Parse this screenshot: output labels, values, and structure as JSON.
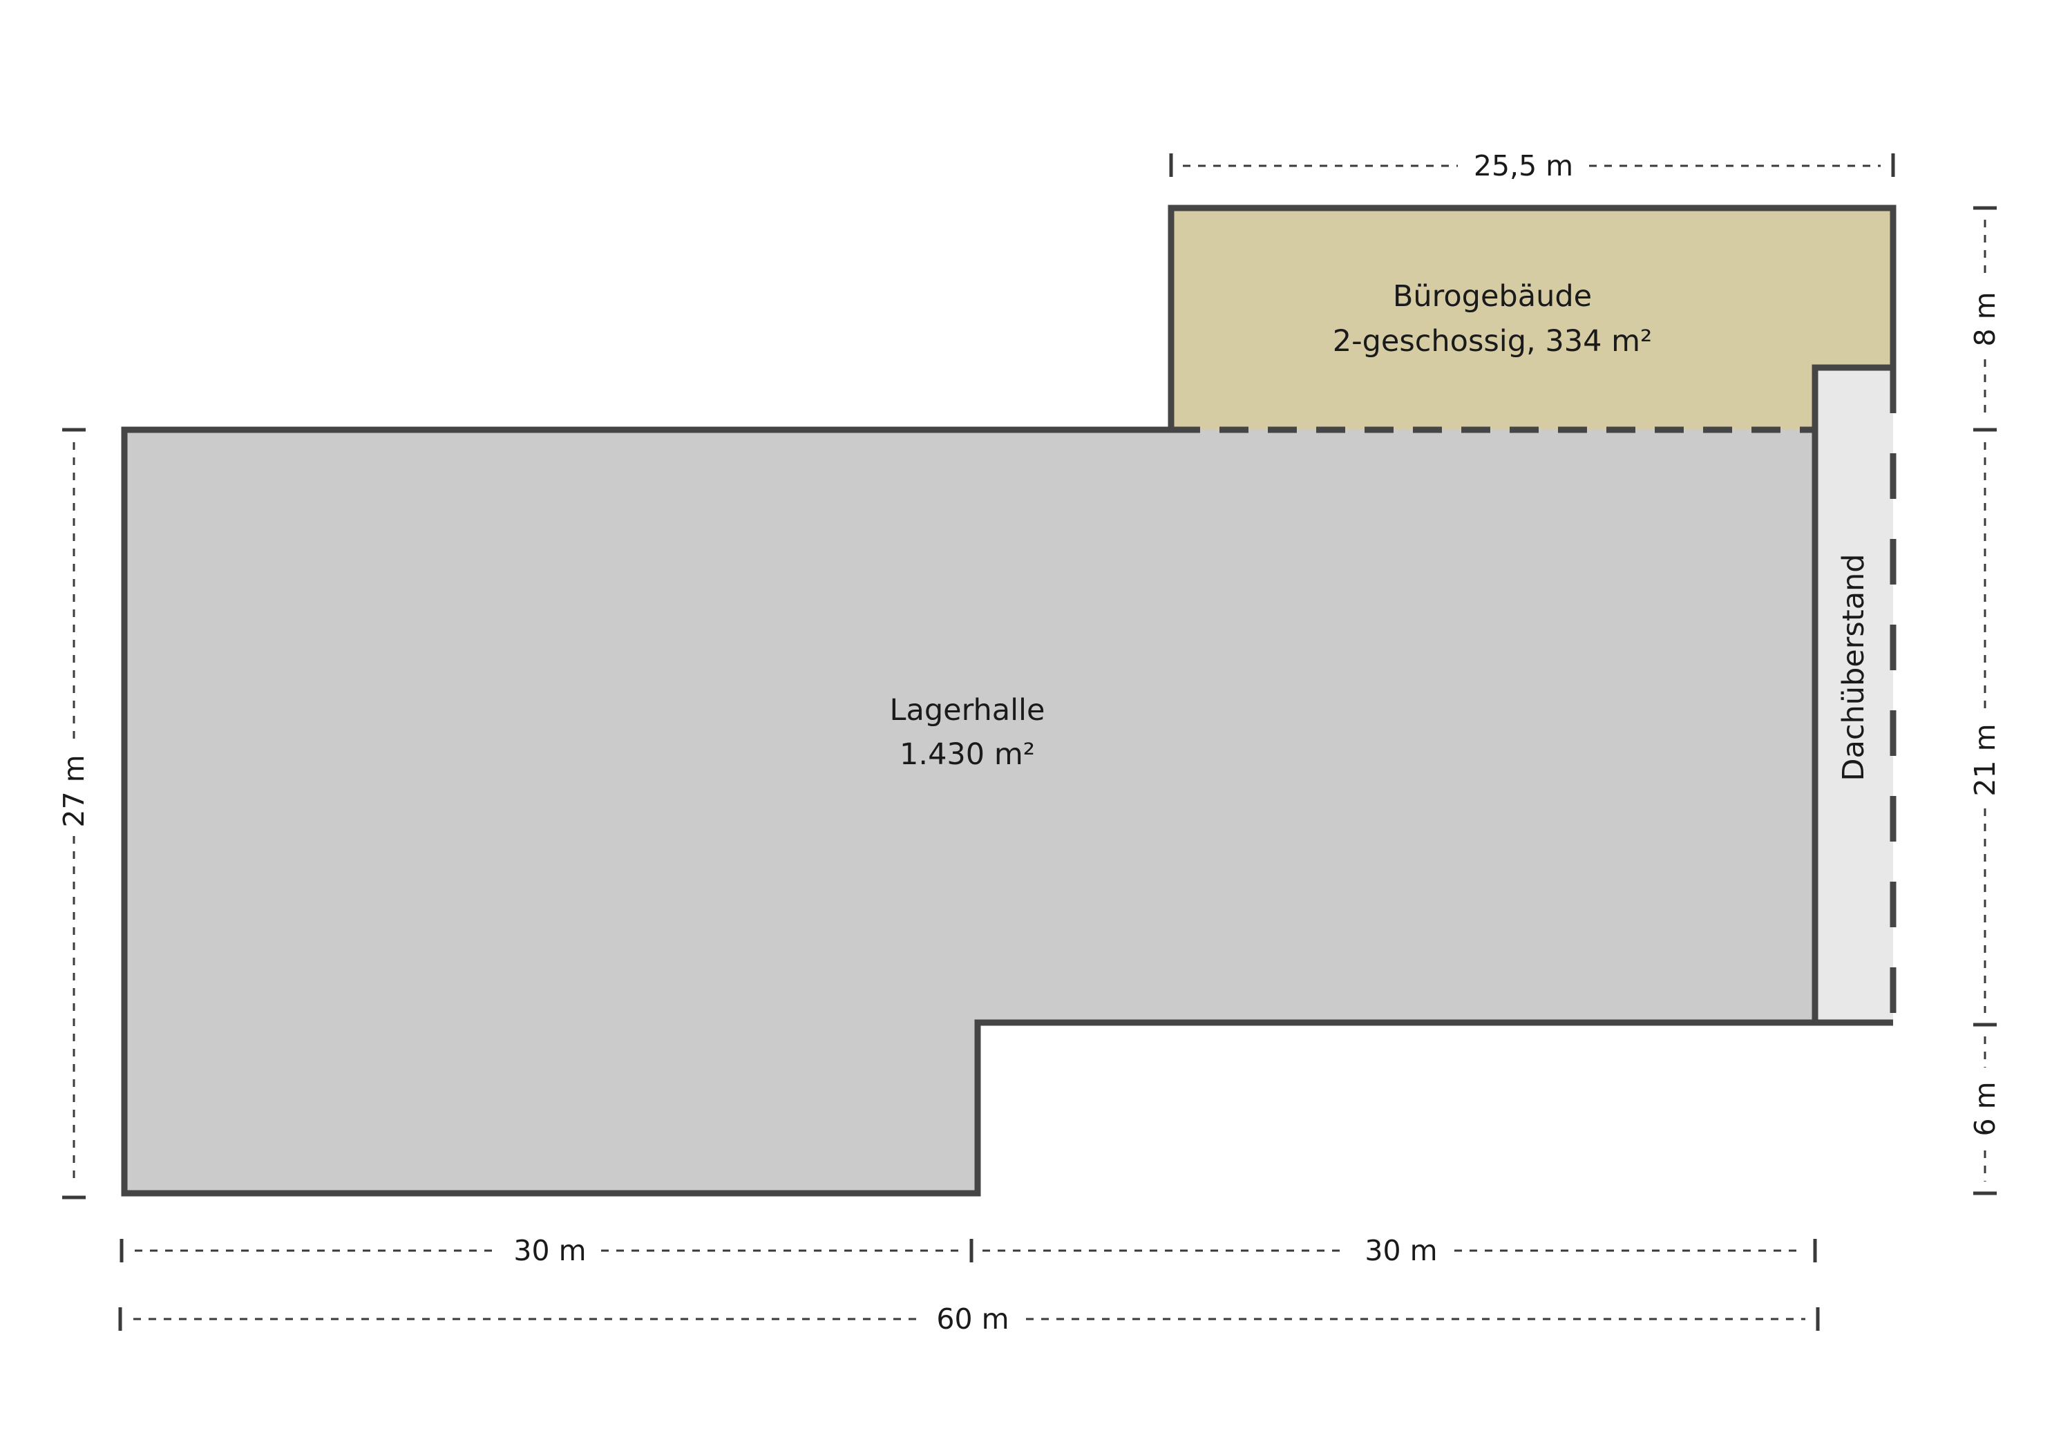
{
  "rooms": {
    "office": {
      "name": "Bürogebäude",
      "detail": "2-geschossig, 334 m²",
      "color": "#d6cca3"
    },
    "hall": {
      "name": "Lagerhalle",
      "area": "1.430 m²",
      "color": "#cbcbcb"
    },
    "overhang": {
      "name": "Dachüberstand",
      "color": "#e8e8e8"
    }
  },
  "dimensions": {
    "top_width": "25,5 m",
    "left_height": "27 m",
    "right_top": "8 m",
    "right_middle": "21 m",
    "right_bottom": "6 m",
    "bottom_left": "30 m",
    "bottom_right": "30 m",
    "bottom_total": "60 m"
  },
  "colors": {
    "wall": "#454545",
    "background": "#ffffff"
  }
}
